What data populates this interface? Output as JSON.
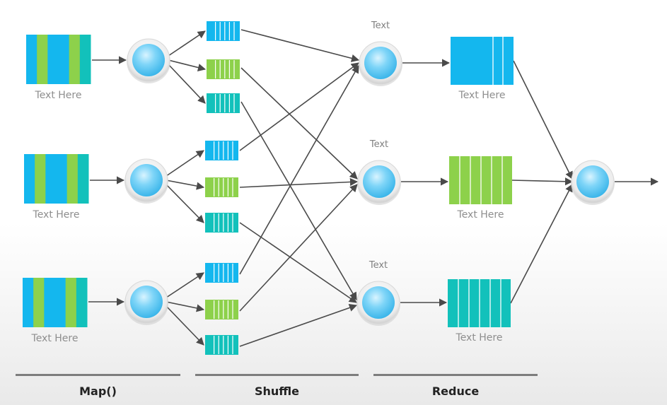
{
  "colors": {
    "blue": "#14b7ee",
    "green": "#8dd14b",
    "teal": "#12c1bb",
    "node_fill": "#79d3f7",
    "node_ring": "#e6e6e6",
    "arrow": "#4a4a4a",
    "rule": "#7d7d7d"
  },
  "input_blocks": [
    {
      "label": "Text Here",
      "pattern": [
        "blue",
        "green",
        "blue",
        "blue",
        "green",
        "teal"
      ]
    },
    {
      "label": "Text Here",
      "pattern": [
        "blue",
        "green",
        "blue",
        "blue",
        "green",
        "teal"
      ]
    },
    {
      "label": "Text Here",
      "pattern": [
        "blue",
        "green",
        "blue",
        "blue",
        "green",
        "teal"
      ]
    }
  ],
  "reduce_nodes": [
    {
      "label": "Text"
    },
    {
      "label": "Text"
    },
    {
      "label": "Text"
    }
  ],
  "output_blocks": [
    {
      "label": "Text Here",
      "color": "blue"
    },
    {
      "label": "Text Here",
      "color": "green"
    },
    {
      "label": "Text Here",
      "color": "teal"
    }
  ],
  "sections": {
    "map": "Map()",
    "shuffle": "Shuffle",
    "reduce": "Reduce"
  }
}
